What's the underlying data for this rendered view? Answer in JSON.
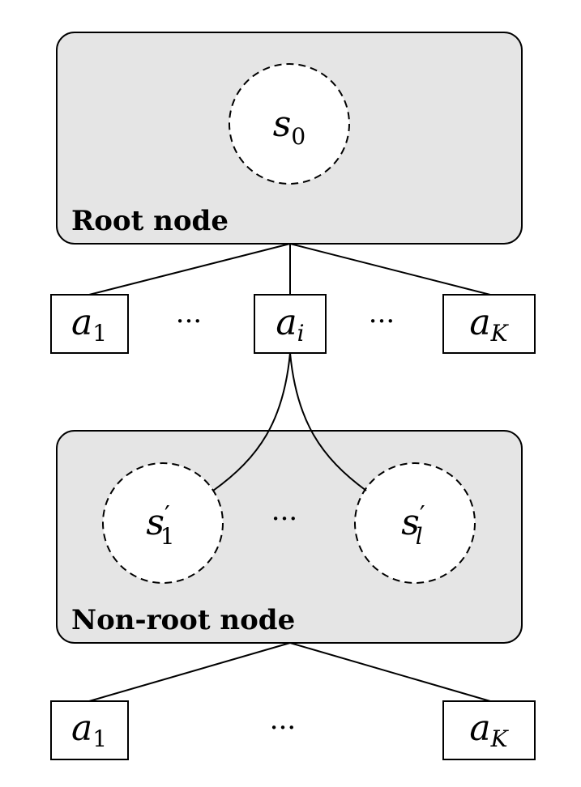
{
  "diagram": {
    "root_node": {
      "label": "Root node",
      "state": {
        "symbol": "s",
        "subscript": "0"
      }
    },
    "root_actions": [
      {
        "symbol": "a",
        "subscript": "1"
      },
      {
        "symbol": "a",
        "subscript": "i"
      },
      {
        "symbol": "a",
        "subscript": "K"
      }
    ],
    "ellipsis": "···",
    "non_root_node": {
      "label": "Non-root node",
      "states": [
        {
          "symbol": "s",
          "prime": "′",
          "subscript": "1"
        },
        {
          "symbol": "s",
          "prime": "′",
          "subscript": "l"
        }
      ]
    },
    "leaf_actions": [
      {
        "symbol": "a",
        "subscript": "1"
      },
      {
        "symbol": "a",
        "subscript": "K"
      }
    ]
  }
}
